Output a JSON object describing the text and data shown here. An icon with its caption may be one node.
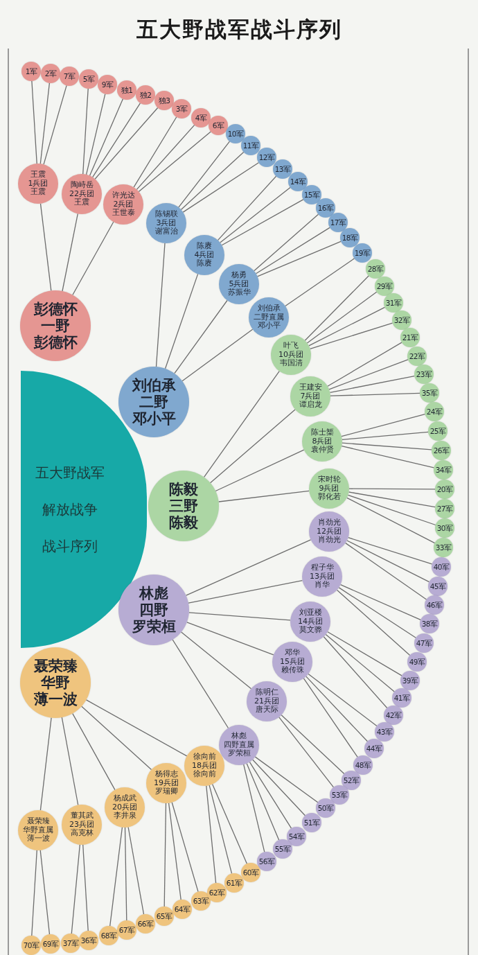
{
  "diagram": {
    "title": "五大野战军战斗序列",
    "nodes": [
      {
        "text": [
          "五大野战军",
          "解放战争",
          "战斗序列"
        ]
      },
      {
        "text": [
          "彭德怀",
          "一野",
          "彭德怀"
        ]
      },
      {
        "text": [
          "王震",
          "1兵团",
          "王震"
        ]
      },
      {
        "text": [
          "1军"
        ]
      },
      {
        "text": [
          "2军"
        ]
      },
      {
        "text": [
          "7军"
        ]
      },
      {
        "text": [
          "陶峙岳",
          "22兵团",
          "王震"
        ]
      },
      {
        "text": [
          "5军"
        ]
      },
      {
        "text": [
          "9军"
        ]
      },
      {
        "text": [
          "独1"
        ]
      },
      {
        "text": [
          "独2"
        ]
      },
      {
        "text": [
          "独3"
        ]
      },
      {
        "text": [
          "许光达",
          "2兵团",
          "王世泰"
        ]
      },
      {
        "text": [
          "3军"
        ]
      },
      {
        "text": [
          "4军"
        ]
      },
      {
        "text": [
          "6军"
        ]
      },
      {
        "text": [
          "刘伯承",
          "二野",
          "邓小平"
        ]
      },
      {
        "text": [
          "陈锡联",
          "3兵团",
          "谢富治"
        ]
      },
      {
        "text": [
          "10军"
        ]
      },
      {
        "text": [
          "11军"
        ]
      },
      {
        "text": [
          "12军"
        ]
      },
      {
        "text": [
          "陈赓",
          "4兵团",
          "陈赓"
        ]
      },
      {
        "text": [
          "13军"
        ]
      },
      {
        "text": [
          "14军"
        ]
      },
      {
        "text": [
          "15军"
        ]
      },
      {
        "text": [
          "杨勇",
          "5兵团",
          "苏振华"
        ]
      },
      {
        "text": [
          "16军"
        ]
      },
      {
        "text": [
          "17军"
        ]
      },
      {
        "text": [
          "18军"
        ]
      },
      {
        "text": [
          "刘伯承",
          "二野直属",
          "邓小平"
        ]
      },
      {
        "text": [
          "19军"
        ]
      },
      {
        "text": [
          "陈毅",
          "三野",
          "陈毅"
        ]
      },
      {
        "text": [
          "叶飞",
          "10兵团",
          "韦国清"
        ]
      },
      {
        "text": [
          "28军"
        ]
      },
      {
        "text": [
          "29军"
        ]
      },
      {
        "text": [
          "31军"
        ]
      },
      {
        "text": [
          "32军"
        ]
      },
      {
        "text": [
          "王建安",
          "7兵团",
          "谭启龙"
        ]
      },
      {
        "text": [
          "21军"
        ]
      },
      {
        "text": [
          "22军"
        ]
      },
      {
        "text": [
          "23军"
        ]
      },
      {
        "text": [
          "35军"
        ]
      },
      {
        "text": [
          "陈士榘",
          "8兵团",
          "袁仲贤"
        ]
      },
      {
        "text": [
          "24军"
        ]
      },
      {
        "text": [
          "25军"
        ]
      },
      {
        "text": [
          "26军"
        ]
      },
      {
        "text": [
          "34军"
        ]
      },
      {
        "text": [
          "宋时轮",
          "9兵团",
          "郭化若"
        ]
      },
      {
        "text": [
          "20军"
        ]
      },
      {
        "text": [
          "27军"
        ]
      },
      {
        "text": [
          "30军"
        ]
      },
      {
        "text": [
          "33军"
        ]
      },
      {
        "text": [
          "林彪",
          "四野",
          "罗荣桓"
        ]
      },
      {
        "text": [
          "肖劲光",
          "12兵团",
          "肖劲光"
        ]
      },
      {
        "text": [
          "40军"
        ]
      },
      {
        "text": [
          "45军"
        ]
      },
      {
        "text": [
          "46军"
        ]
      },
      {
        "text": [
          "程子华",
          "13兵团",
          "肖华"
        ]
      },
      {
        "text": [
          "38军"
        ]
      },
      {
        "text": [
          "47军"
        ]
      },
      {
        "text": [
          "49军"
        ]
      },
      {
        "text": [
          "刘亚楼",
          "14兵团",
          "莫文骅"
        ]
      },
      {
        "text": [
          "39军"
        ]
      },
      {
        "text": [
          "41军"
        ]
      },
      {
        "text": [
          "42军"
        ]
      },
      {
        "text": [
          "邓华",
          "15兵团",
          "赖传珠"
        ]
      },
      {
        "text": [
          "43军"
        ]
      },
      {
        "text": [
          "44军"
        ]
      },
      {
        "text": [
          "48军"
        ]
      },
      {
        "text": [
          "陈明仁",
          "21兵团",
          "唐天际"
        ]
      },
      {
        "text": [
          "52军"
        ]
      },
      {
        "text": [
          "53军"
        ]
      },
      {
        "text": [
          "林彪",
          "四野直属",
          "罗荣桓"
        ]
      },
      {
        "text": [
          "50军"
        ]
      },
      {
        "text": [
          "51军"
        ]
      },
      {
        "text": [
          "54军"
        ]
      },
      {
        "text": [
          "55军"
        ]
      },
      {
        "text": [
          "56军"
        ]
      },
      {
        "text": [
          "聂荣臻",
          "华野",
          "薄一波"
        ]
      },
      {
        "text": [
          "聂荣臻",
          "华野直属",
          "薄一波"
        ]
      },
      {
        "text": [
          "70军"
        ]
      },
      {
        "text": [
          "69军"
        ]
      },
      {
        "text": [
          "董其武",
          "23兵团",
          "高克林"
        ]
      },
      {
        "text": [
          "37军"
        ]
      },
      {
        "text": [
          "36军"
        ]
      },
      {
        "text": [
          "杨成武",
          "20兵团",
          "李井泉"
        ]
      },
      {
        "text": [
          "68军"
        ]
      },
      {
        "text": [
          "67军"
        ]
      },
      {
        "text": [
          "66军"
        ]
      },
      {
        "text": [
          "杨得志",
          "19兵团",
          "罗瑞卿"
        ]
      },
      {
        "text": [
          "65军"
        ]
      },
      {
        "text": [
          "64军"
        ]
      },
      {
        "text": [
          "63军"
        ]
      },
      {
        "text": [
          "徐向前",
          "18兵团",
          "徐向前"
        ]
      },
      {
        "text": [
          "62军"
        ]
      },
      {
        "text": [
          "61军"
        ]
      },
      {
        "text": [
          "60军"
        ]
      }
    ],
    "edges": [
      {
        "from": 1,
        "to": 2,
        "arrow": "none"
      },
      {
        "from": 1,
        "to": 6,
        "arrow": "none"
      },
      {
        "from": 1,
        "to": 12,
        "arrow": "none"
      },
      {
        "from": 2,
        "to": 3,
        "arrow": "none"
      },
      {
        "from": 2,
        "to": 4,
        "arrow": "none"
      },
      {
        "from": 2,
        "to": 5,
        "arrow": "none"
      },
      {
        "from": 6,
        "to": 7,
        "arrow": "none"
      },
      {
        "from": 6,
        "to": 8,
        "arrow": "none"
      },
      {
        "from": 6,
        "to": 9,
        "arrow": "none"
      },
      {
        "from": 6,
        "to": 10,
        "arrow": "none"
      },
      {
        "from": 6,
        "to": 11,
        "arrow": "none"
      },
      {
        "from": 12,
        "to": 13,
        "arrow": "none"
      },
      {
        "from": 12,
        "to": 14,
        "arrow": "none"
      },
      {
        "from": 12,
        "to": 15,
        "arrow": "none"
      },
      {
        "from": 16,
        "to": 17,
        "arrow": "none"
      },
      {
        "from": 16,
        "to": 21,
        "arrow": "none"
      },
      {
        "from": 16,
        "to": 25,
        "arrow": "none"
      },
      {
        "from": 16,
        "to": 29,
        "arrow": "none"
      },
      {
        "from": 17,
        "to": 18,
        "arrow": "none"
      },
      {
        "from": 17,
        "to": 19,
        "arrow": "none"
      },
      {
        "from": 17,
        "to": 20,
        "arrow": "none"
      },
      {
        "from": 21,
        "to": 22,
        "arrow": "none"
      },
      {
        "from": 21,
        "to": 23,
        "arrow": "none"
      },
      {
        "from": 21,
        "to": 24,
        "arrow": "none"
      },
      {
        "from": 25,
        "to": 26,
        "arrow": "none"
      },
      {
        "from": 25,
        "to": 27,
        "arrow": "none"
      },
      {
        "from": 25,
        "to": 28,
        "arrow": "none"
      },
      {
        "from": 29,
        "to": 30,
        "arrow": "none"
      },
      {
        "from": 31,
        "to": 32,
        "arrow": "none"
      },
      {
        "from": 31,
        "to": 37,
        "arrow": "none"
      },
      {
        "from": 31,
        "to": 42,
        "arrow": "none"
      },
      {
        "from": 31,
        "to": 47,
        "arrow": "none"
      },
      {
        "from": 32,
        "to": 33,
        "arrow": "none"
      },
      {
        "from": 32,
        "to": 34,
        "arrow": "none"
      },
      {
        "from": 32,
        "to": 35,
        "arrow": "none"
      },
      {
        "from": 32,
        "to": 36,
        "arrow": "none"
      },
      {
        "from": 37,
        "to": 38,
        "arrow": "none"
      },
      {
        "from": 37,
        "to": 39,
        "arrow": "none"
      },
      {
        "from": 37,
        "to": 40,
        "arrow": "none"
      },
      {
        "from": 37,
        "to": 41,
        "arrow": "none"
      },
      {
        "from": 42,
        "to": 43,
        "arrow": "none"
      },
      {
        "from": 42,
        "to": 44,
        "arrow": "none"
      },
      {
        "from": 42,
        "to": 45,
        "arrow": "none"
      },
      {
        "from": 42,
        "to": 46,
        "arrow": "none"
      },
      {
        "from": 47,
        "to": 48,
        "arrow": "none"
      },
      {
        "from": 47,
        "to": 49,
        "arrow": "none"
      },
      {
        "from": 47,
        "to": 50,
        "arrow": "none"
      },
      {
        "from": 47,
        "to": 51,
        "arrow": "none"
      },
      {
        "from": 52,
        "to": 53,
        "arrow": "none"
      },
      {
        "from": 52,
        "to": 57,
        "arrow": "none"
      },
      {
        "from": 52,
        "to": 61,
        "arrow": "none"
      },
      {
        "from": 52,
        "to": 65,
        "arrow": "none"
      },
      {
        "from": 52,
        "to": 69,
        "arrow": "none"
      },
      {
        "from": 52,
        "to": 72,
        "arrow": "none"
      },
      {
        "from": 53,
        "to": 54,
        "arrow": "none"
      },
      {
        "from": 53,
        "to": 55,
        "arrow": "none"
      },
      {
        "from": 53,
        "to": 56,
        "arrow": "none"
      },
      {
        "from": 57,
        "to": 58,
        "arrow": "none"
      },
      {
        "from": 57,
        "to": 59,
        "arrow": "none"
      },
      {
        "from": 57,
        "to": 60,
        "arrow": "none"
      },
      {
        "from": 61,
        "to": 62,
        "arrow": "none"
      },
      {
        "from": 61,
        "to": 63,
        "arrow": "none"
      },
      {
        "from": 61,
        "to": 64,
        "arrow": "none"
      },
      {
        "from": 65,
        "to": 66,
        "arrow": "none"
      },
      {
        "from": 65,
        "to": 67,
        "arrow": "none"
      },
      {
        "from": 65,
        "to": 68,
        "arrow": "none"
      },
      {
        "from": 69,
        "to": 70,
        "arrow": "none"
      },
      {
        "from": 69,
        "to": 71,
        "arrow": "none"
      },
      {
        "from": 72,
        "to": 73,
        "arrow": "none"
      },
      {
        "from": 72,
        "to": 74,
        "arrow": "none"
      },
      {
        "from": 72,
        "to": 75,
        "arrow": "none"
      },
      {
        "from": 72,
        "to": 76,
        "arrow": "none"
      },
      {
        "from": 72,
        "to": 77,
        "arrow": "none"
      },
      {
        "from": 78,
        "to": 79,
        "arrow": "none"
      },
      {
        "from": 78,
        "to": 82,
        "arrow": "none"
      },
      {
        "from": 78,
        "to": 85,
        "arrow": "none"
      },
      {
        "from": 78,
        "to": 89,
        "arrow": "none"
      },
      {
        "from": 78,
        "to": 93,
        "arrow": "none"
      },
      {
        "from": 79,
        "to": 80,
        "arrow": "none"
      },
      {
        "from": 79,
        "to": 81,
        "arrow": "none"
      },
      {
        "from": 82,
        "to": 83,
        "arrow": "none"
      },
      {
        "from": 82,
        "to": 84,
        "arrow": "none"
      },
      {
        "from": 85,
        "to": 86,
        "arrow": "none"
      },
      {
        "from": 85,
        "to": 87,
        "arrow": "none"
      },
      {
        "from": 85,
        "to": 88,
        "arrow": "none"
      },
      {
        "from": 89,
        "to": 90,
        "arrow": "none"
      },
      {
        "from": 89,
        "to": 91,
        "arrow": "none"
      },
      {
        "from": 89,
        "to": 92,
        "arrow": "none"
      },
      {
        "from": 93,
        "to": 94,
        "arrow": "none"
      },
      {
        "from": 93,
        "to": 95,
        "arrow": "none"
      },
      {
        "from": 93,
        "to": 96,
        "arrow": "none"
      }
    ]
  }
}
